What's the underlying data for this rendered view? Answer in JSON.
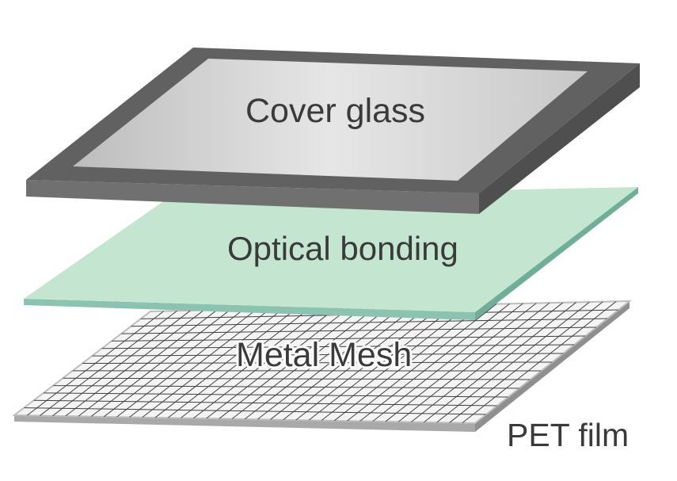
{
  "diagram": {
    "layers": [
      {
        "id": "cover",
        "label": "Cover glass",
        "color": "#606060",
        "inner_color": "#d0d0d0"
      },
      {
        "id": "bonding",
        "label": "Optical bonding",
        "color": "#c4e5cf",
        "edge_color": "#7fb7a4"
      },
      {
        "id": "mesh",
        "label": "Metal Mesh",
        "color": "#f2f2f2",
        "line_color": "#404040"
      },
      {
        "id": "pet",
        "label": "PET film",
        "color": "#bdbdbd"
      }
    ]
  }
}
